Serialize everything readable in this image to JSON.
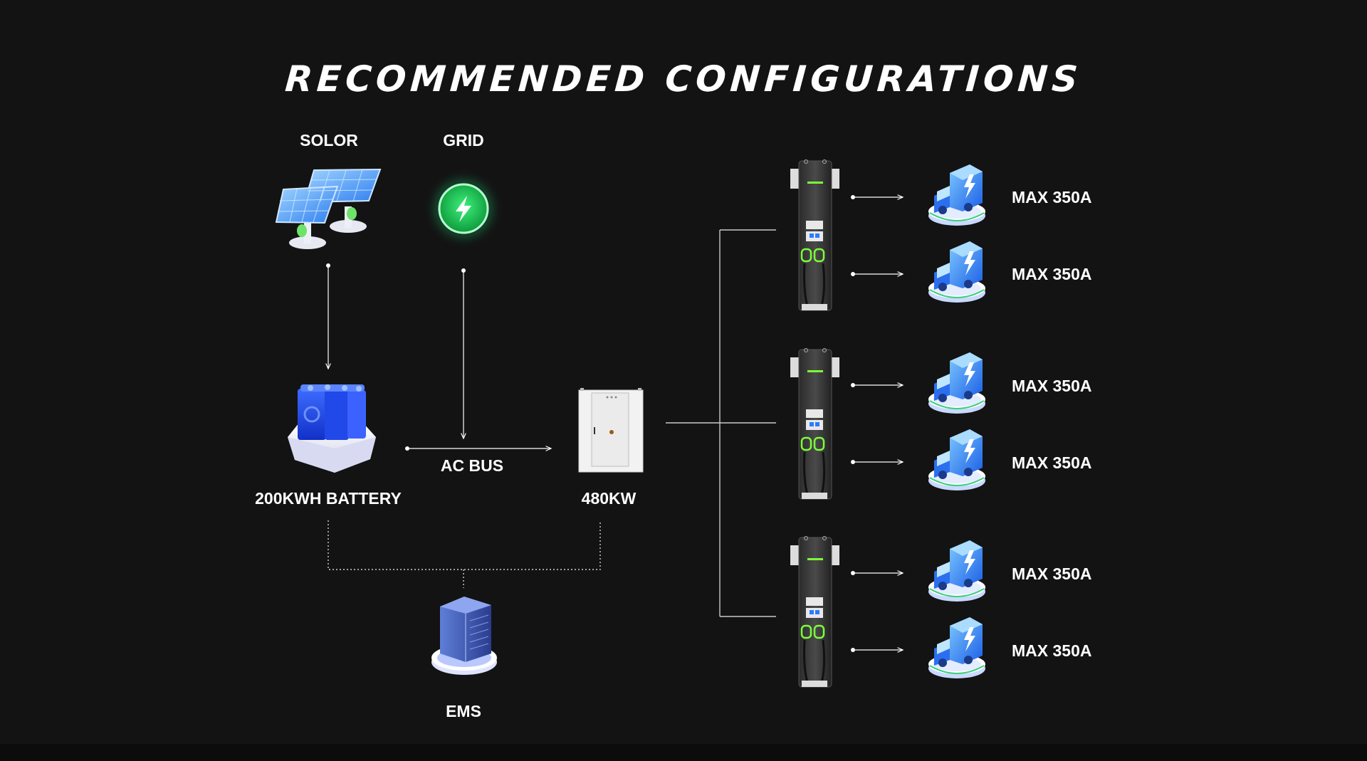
{
  "title": "RECOMMENDED  CONFIGURATIONS",
  "sources": {
    "solar_label": "SOLOR",
    "grid_label": "GRID"
  },
  "battery_label": "200KWH BATTERY",
  "ac_bus_label": "AC BUS",
  "cabinet_label": "480KW",
  "ems_label": "EMS",
  "outputs": [
    {
      "label": "MAX 350A"
    },
    {
      "label": "MAX 350A"
    },
    {
      "label": "MAX 350A"
    },
    {
      "label": "MAX 350A"
    },
    {
      "label": "MAX 350A"
    },
    {
      "label": "MAX 350A"
    }
  ],
  "colors": {
    "background": "#131313",
    "grid_green": "#22d35a",
    "charger_accent": "#7dff3a",
    "vehicle_blue": "#2a7cff"
  },
  "icons": {
    "solar": "solar-panel-icon",
    "grid": "lightning-icon",
    "battery": "battery-icon",
    "cabinet": "power-cabinet-icon",
    "ems": "server-icon",
    "charger": "charging-pile-icon",
    "vehicle": "electric-truck-icon"
  }
}
